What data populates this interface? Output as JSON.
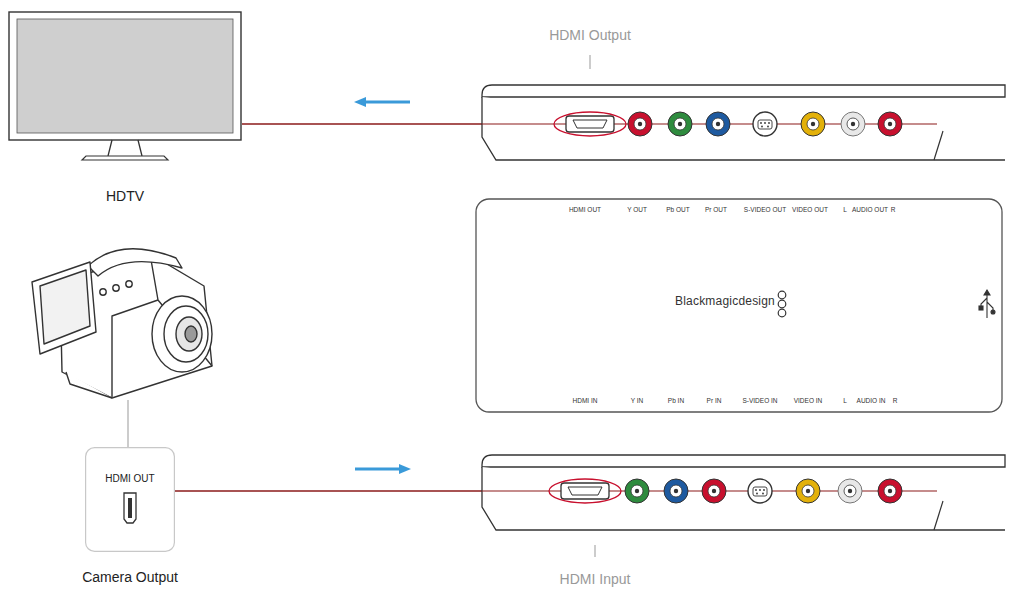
{
  "diagram": {
    "nodes": [
      {
        "text": [
          "HDTV"
        ]
      },
      {
        "text": [
          "HDMI Output"
        ]
      },
      {
        "text": [
          "HDMI OUT",
          "Y OUT",
          "Pb OUT",
          "Pr OUT",
          "S-VIDEO OUT",
          "VIDEO OUT",
          "L",
          "AUDIO OUT",
          "R",
          "Blackmagicdesign",
          "HDMI IN",
          "Y IN",
          "Pb IN",
          "Pr IN",
          "S-VIDEO IN",
          "VIDEO IN",
          "L",
          "AUDIO IN",
          "R"
        ]
      },
      {
        "text": [
          "HDMI OUT",
          "Camera Output"
        ]
      },
      {
        "text": [
          "HDMI Input"
        ]
      }
    ],
    "edges": [
      {
        "from": 1,
        "to": 0,
        "arrow": "none"
      },
      {
        "from": 3,
        "to": 4,
        "arrow": "none"
      }
    ]
  }
}
